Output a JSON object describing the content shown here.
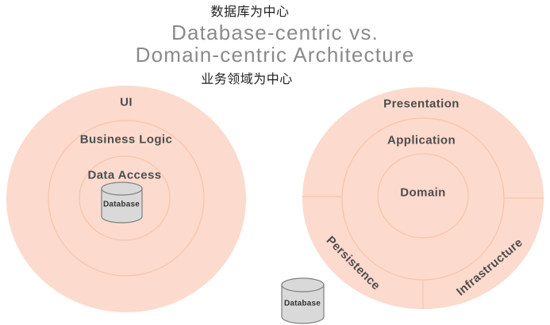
{
  "header": {
    "annotation_top": "数据库为中心",
    "title_line1": "Database-centric vs.",
    "title_line2": "Domain-centric Architecture",
    "annotation_bottom": "业务领域为中心"
  },
  "left_diagram": {
    "layers": {
      "outer": "UI",
      "middle": "Business Logic",
      "inner": "Data Access"
    },
    "database_label": "Database"
  },
  "right_diagram": {
    "layers": {
      "outer": "Presentation",
      "middle": "Application",
      "inner": "Domain"
    },
    "segments": {
      "bottom_left": "Persistence",
      "bottom_right": "Infrastructure"
    },
    "database_label": "Database"
  },
  "colors": {
    "circle_fill": "#fcdacd",
    "ring_line": "#f6c4ab",
    "cylinder_fill": "#d9d9d9",
    "cylinder_stroke": "#7f7f7f",
    "title_text": "#8a8a8a",
    "label_text": "#4d4d4d",
    "annotation_text": "#1f1f1f"
  }
}
